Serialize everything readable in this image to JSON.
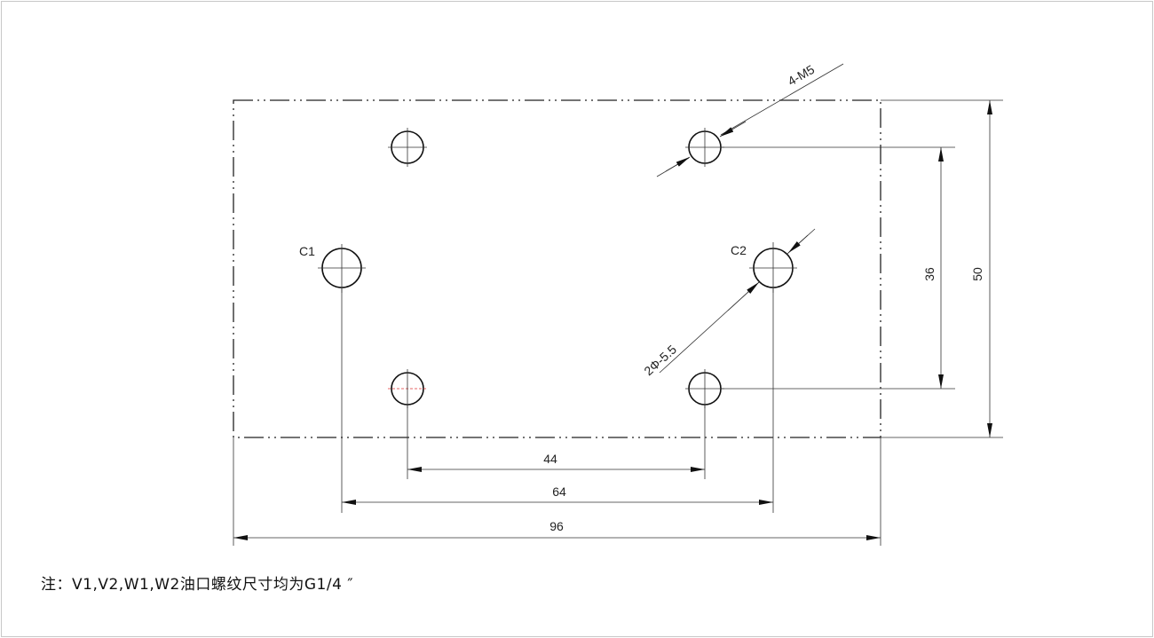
{
  "drawing": {
    "labels": {
      "c1": "C1",
      "c2": "C2",
      "thread": "4-M5",
      "bore": "2Φ-5.5"
    },
    "dimensions": {
      "d44": "44",
      "d64": "64",
      "d96": "96",
      "d36": "36",
      "d50": "50"
    },
    "note": "注：V1,V2,W1,W2油口螺纹尺寸均为G1/4 ″"
  }
}
